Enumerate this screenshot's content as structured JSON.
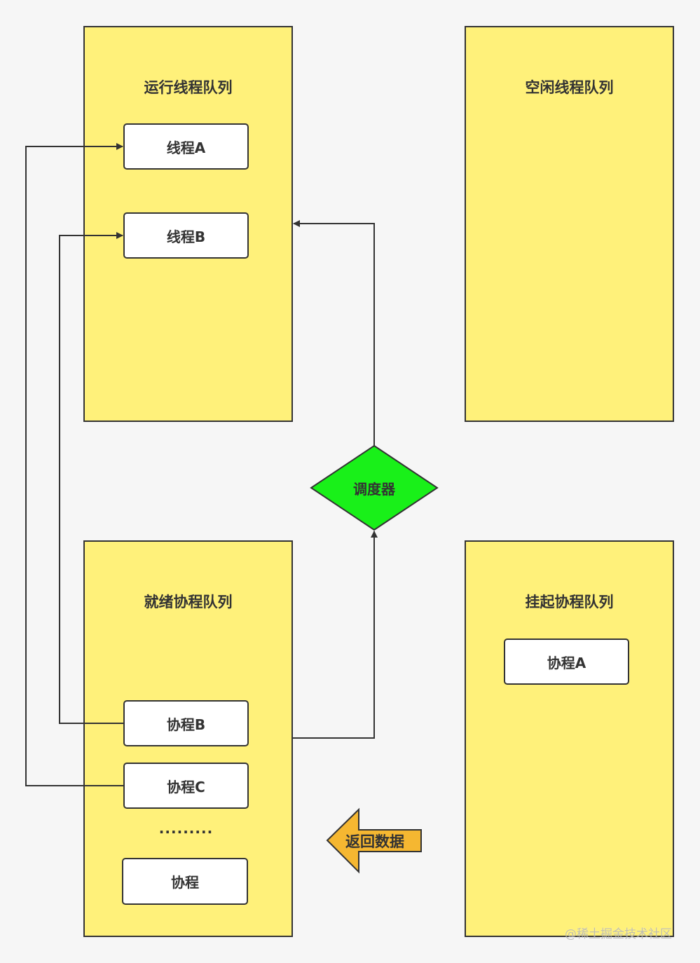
{
  "panels": {
    "running_threads": {
      "title": "运行线程队列",
      "items": [
        "线程A",
        "线程B"
      ]
    },
    "idle_threads": {
      "title": "空闲线程队列"
    },
    "ready_coroutines": {
      "title": "就绪协程队列",
      "items": [
        "协程B",
        "协程C",
        "协程"
      ],
      "ellipsis": "........."
    },
    "suspended_coroutines": {
      "title": "挂起协程队列",
      "items": [
        "协程A"
      ]
    }
  },
  "scheduler": {
    "label": "调度器",
    "color": "#19f019"
  },
  "return_data": {
    "label": "返回数据",
    "color": "#f5b731"
  },
  "watermark": "@稀土掘金技术社区",
  "colors": {
    "panel_fill": "#fff17a",
    "stroke": "#333333",
    "background": "#f6f6f6"
  }
}
